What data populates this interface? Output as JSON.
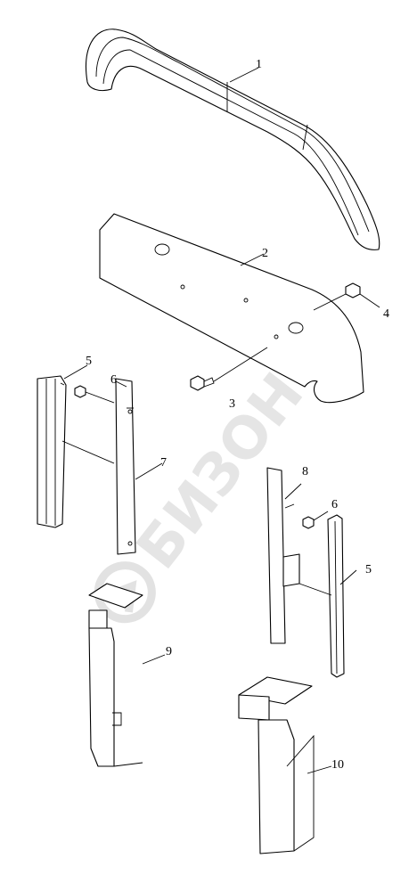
{
  "watermark": {
    "text": "БИЗОН"
  },
  "callouts": [
    {
      "id": "c1",
      "label": "1"
    },
    {
      "id": "c2",
      "label": "2"
    },
    {
      "id": "c3",
      "label": "3"
    },
    {
      "id": "c4",
      "label": "4"
    },
    {
      "id": "c5a",
      "label": "5"
    },
    {
      "id": "c6a",
      "label": "6"
    },
    {
      "id": "c7",
      "label": "7"
    },
    {
      "id": "c8",
      "label": "8"
    },
    {
      "id": "c6b",
      "label": "6"
    },
    {
      "id": "c5b",
      "label": "5"
    },
    {
      "id": "c9",
      "label": "9"
    },
    {
      "id": "c10",
      "label": "10"
    }
  ]
}
